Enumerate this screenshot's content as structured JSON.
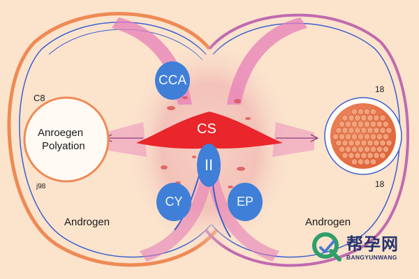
{
  "diagram": {
    "left_cell": {
      "corner_top_label": "C8",
      "corner_bottom_label": "j98",
      "nucleus_line1": "Anroegen",
      "nucleus_line2": "Polyation",
      "bottom_label": "Androgen"
    },
    "right_cell": {
      "corner_top_label": "18",
      "corner_bottom_label": "18",
      "bottom_label": "Androgen"
    },
    "center": {
      "top_bubble": "CCA",
      "banner": "CS",
      "vertical_bubble": "II",
      "left_bubble": "CY",
      "right_bubble": "EP"
    }
  },
  "watermark": {
    "name": "帮孕网",
    "subtitle": "BANGYUNWANG"
  },
  "colors": {
    "background": "#fbe3cc",
    "bubble_blue": "#3f7fd8",
    "banner_red": "#e8262b",
    "membrane_pink": "#e77fb8",
    "outer_orange": "#ee8a55"
  }
}
